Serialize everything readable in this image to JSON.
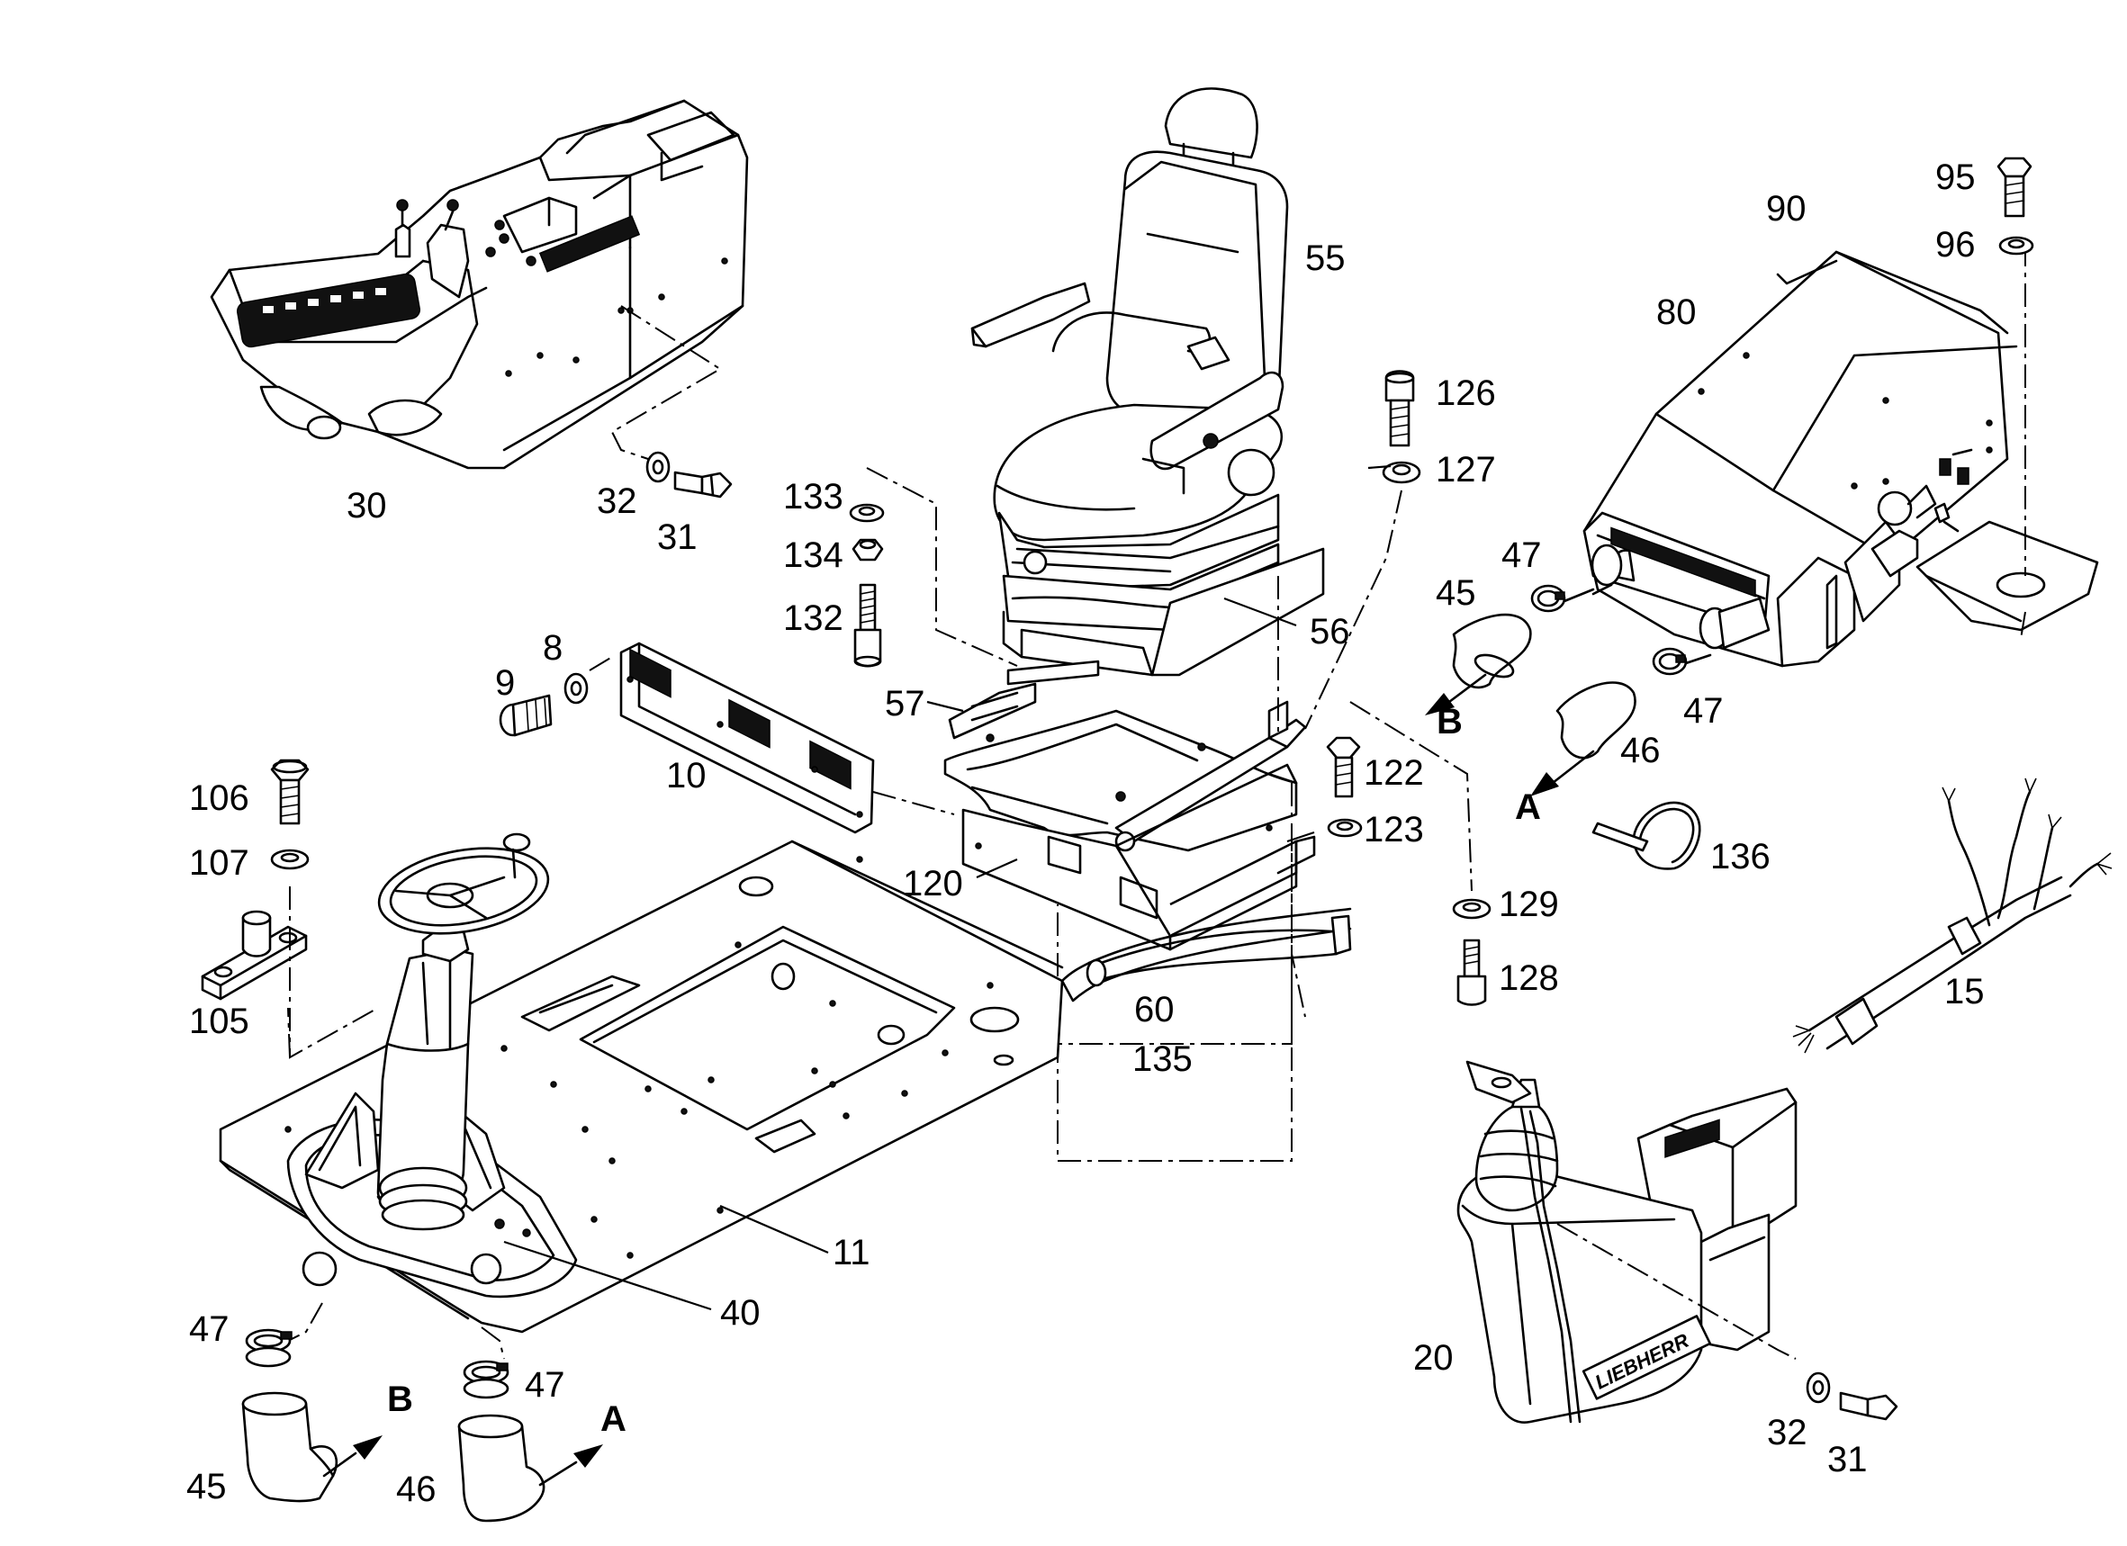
{
  "parts": {
    "p30": "30",
    "p32a": "32",
    "p31a": "31",
    "p55": "55",
    "p56": "56",
    "p57": "57",
    "p133": "133",
    "p134": "134",
    "p132": "132",
    "p126": "126",
    "p127": "127",
    "p95": "95",
    "p96": "96",
    "p90": "90",
    "p80": "80",
    "p45a": "45",
    "p47a": "47",
    "p47b": "47",
    "p46a": "46",
    "p9": "9",
    "p8": "8",
    "p10": "10",
    "p122": "122",
    "p123": "123",
    "p120": "120",
    "p129": "129",
    "p128": "128",
    "p136": "136",
    "p15": "15",
    "p106": "106",
    "p107": "107",
    "p105": "105",
    "p60": "60",
    "p135": "135",
    "p11": "11",
    "p40": "40",
    "p47c": "47",
    "p47d": "47",
    "p45b": "45",
    "p46b": "46",
    "p20": "20",
    "p32b": "32",
    "p31b": "31"
  },
  "view_markers": {
    "b1": "B",
    "a1": "A",
    "b2": "B",
    "a2": "A"
  },
  "logo_text": "LIEBHERR"
}
